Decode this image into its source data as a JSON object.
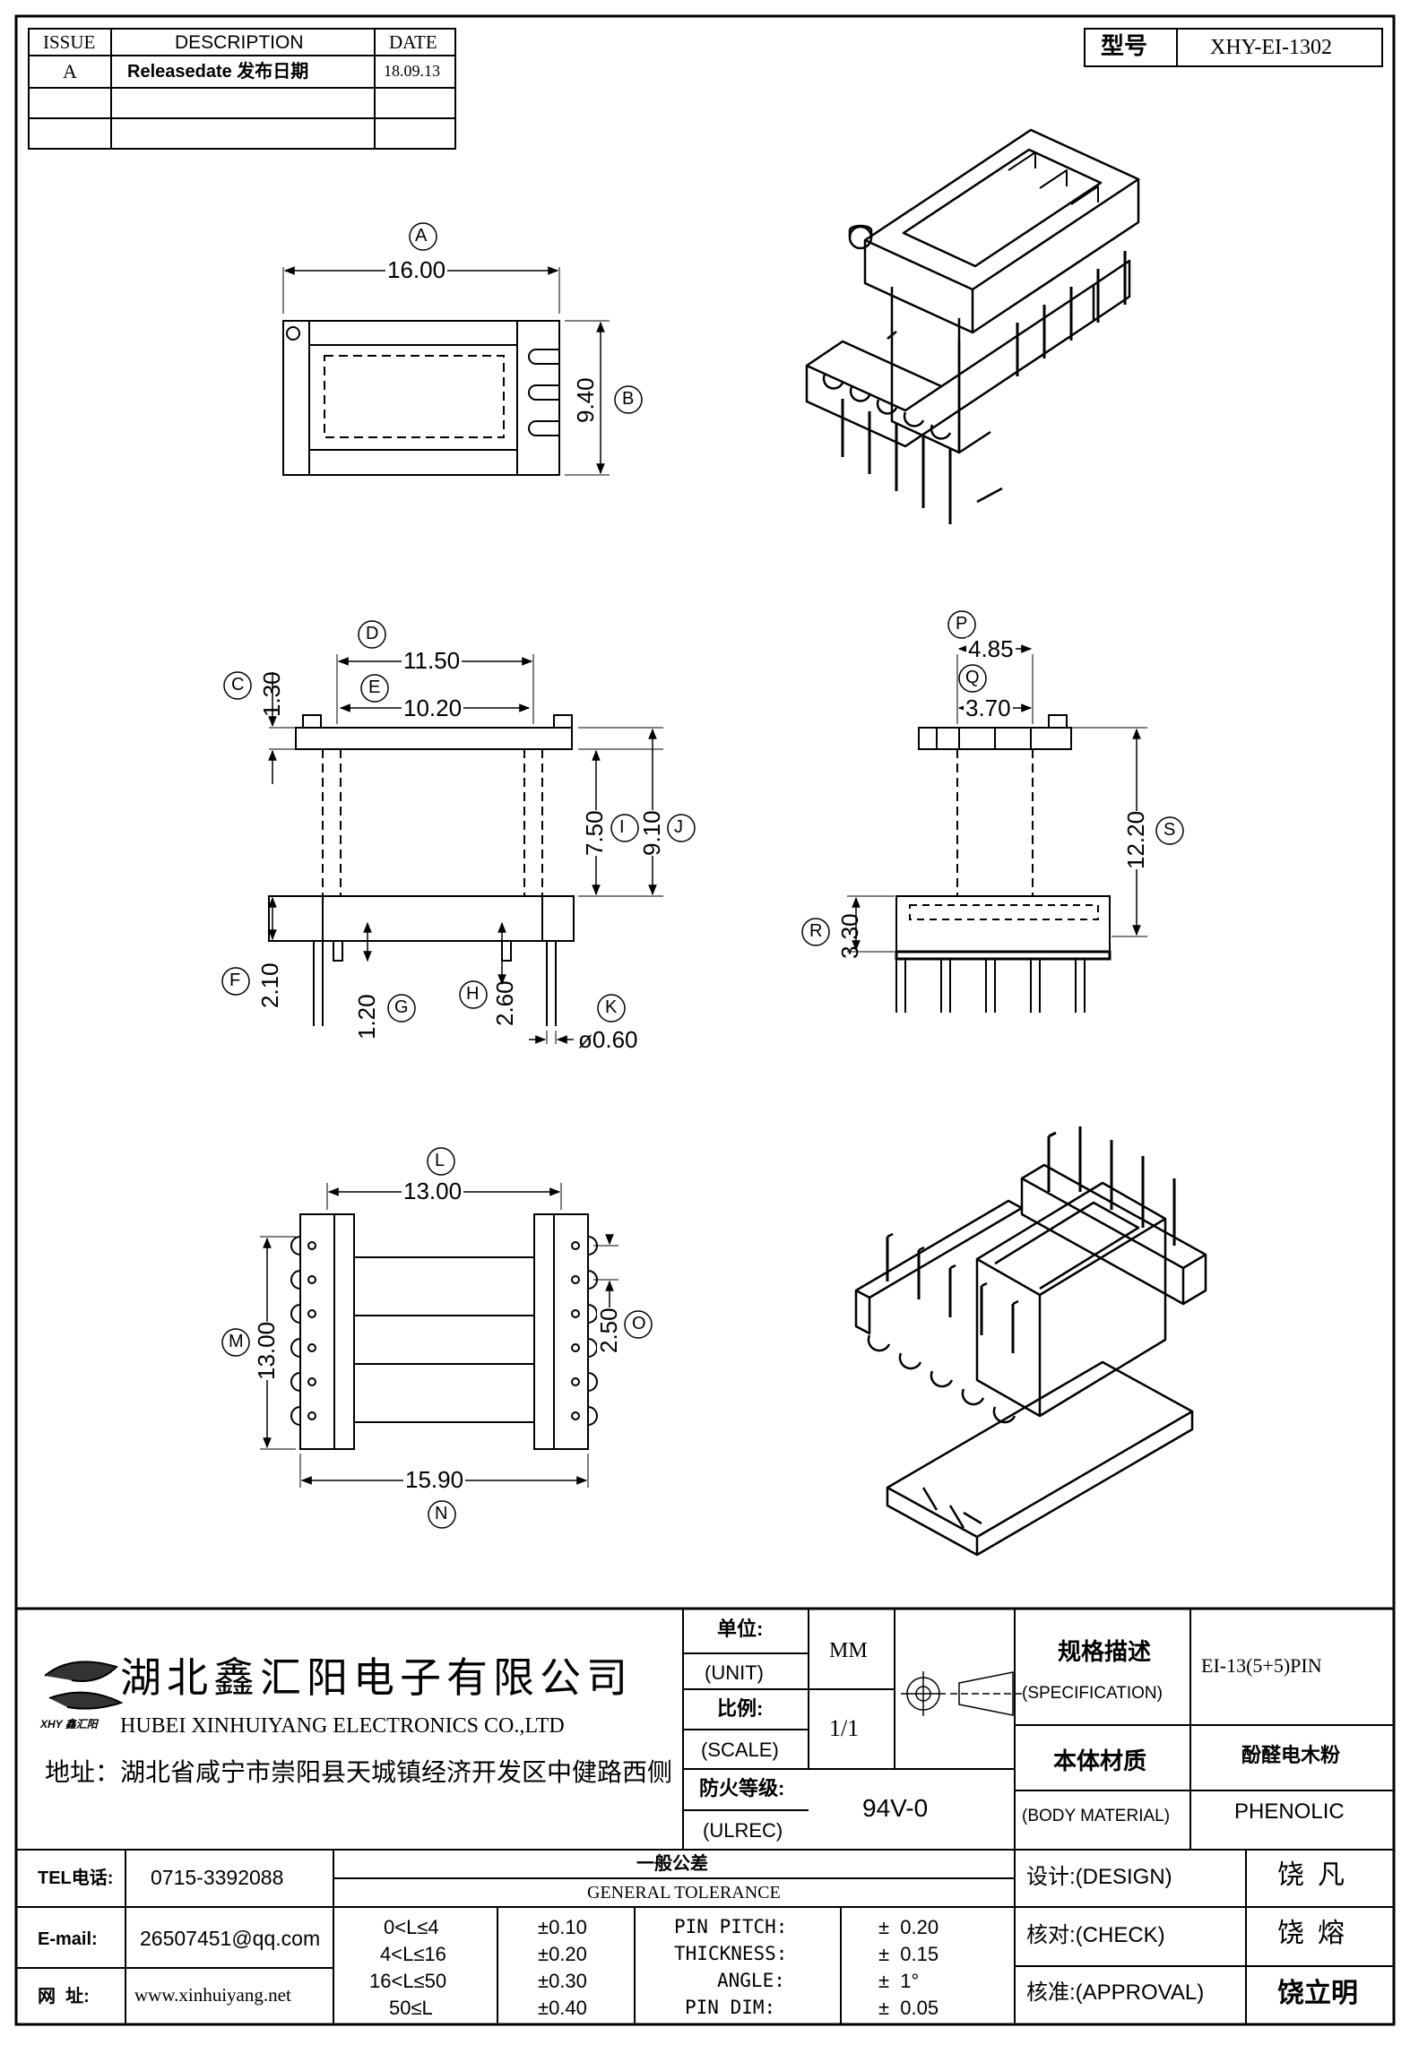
{
  "revision_table": {
    "headers": [
      "ISSUE",
      "DESCRIPTION",
      "DATE"
    ],
    "rows": [
      {
        "issue": "A",
        "description": "Releasedate 发布日期",
        "date": "18.09.13"
      }
    ]
  },
  "model": {
    "label": "型号",
    "value": "XHY-EI-1302"
  },
  "dimensions": {
    "A": "16.00",
    "B": "9.40",
    "C": "1.30",
    "D": "11.50",
    "E": "10.20",
    "F": "2.10",
    "G": "1.20",
    "H": "2.60",
    "I": "7.50",
    "J": "9.10",
    "K": "ø0.60",
    "L": "13.00",
    "M": "13.00",
    "N": "15.90",
    "O": "2.50",
    "P": "4.85",
    "Q": "3.70",
    "R": "3.30",
    "S": "12.20"
  },
  "company": {
    "name_cn": "湖北鑫汇阳电子有限公司",
    "name_en": "HUBEI XINHUIYANG ELECTRONICS CO.,LTD",
    "address": "地址：湖北省咸宁市崇阳县天城镇经济开发区中健路西侧",
    "logo_text": "XHY 鑫汇阳"
  },
  "title_block": {
    "unit_label_cn": "单位:",
    "unit_label_en": "(UNIT)",
    "unit_value": "MM",
    "scale_label_cn": "比例:",
    "scale_label_en": "(SCALE)",
    "scale_value": "1/1",
    "fire_label_cn": "防火等级:",
    "fire_label_en": "(ULREC)",
    "fire_value": "94V-0",
    "spec_label_cn": "规格描述",
    "spec_label_en": "(SPECIFICATION)",
    "spec_value": "EI-13(5+5)PIN",
    "material_label_cn": "本体材质",
    "material_label_en": "(BODY MATERIAL)",
    "material_value_cn": "酚醛电木粉",
    "material_value_en": "PHENOLIC"
  },
  "contact": {
    "tel_label": "TEL电话:",
    "tel": "0715-3392088",
    "email_label": "E-mail:",
    "email": "26507451@qq.com",
    "web_label": "网  址:",
    "web": "www.xinhuiyang.net"
  },
  "tolerance": {
    "title_cn": "一般公差",
    "title_en": "GENERAL TOLERANCE",
    "ranges": [
      {
        "range": "0<L≤4",
        "tol": "±0.10"
      },
      {
        "range": "4<L≤16",
        "tol": "±0.20"
      },
      {
        "range": "16<L≤50",
        "tol": "±0.30"
      },
      {
        "range": "50≤L",
        "tol": "±0.40"
      }
    ],
    "items": [
      {
        "name": "PIN PITCH:",
        "tol": "±  0.20"
      },
      {
        "name": "THICKNESS:",
        "tol": "±  0.15"
      },
      {
        "name": "ANGLE:",
        "tol": "±  1°"
      },
      {
        "name": "PIN DIM:",
        "tol": "±  0.05"
      }
    ]
  },
  "signatures": {
    "design_label": "设计:(DESIGN)",
    "design_name": "饶  凡",
    "check_label": "核对:(CHECK)",
    "check_name": "饶  熔",
    "approval_label": "核准:(APPROVAL)",
    "approval_name": "饶立明"
  }
}
